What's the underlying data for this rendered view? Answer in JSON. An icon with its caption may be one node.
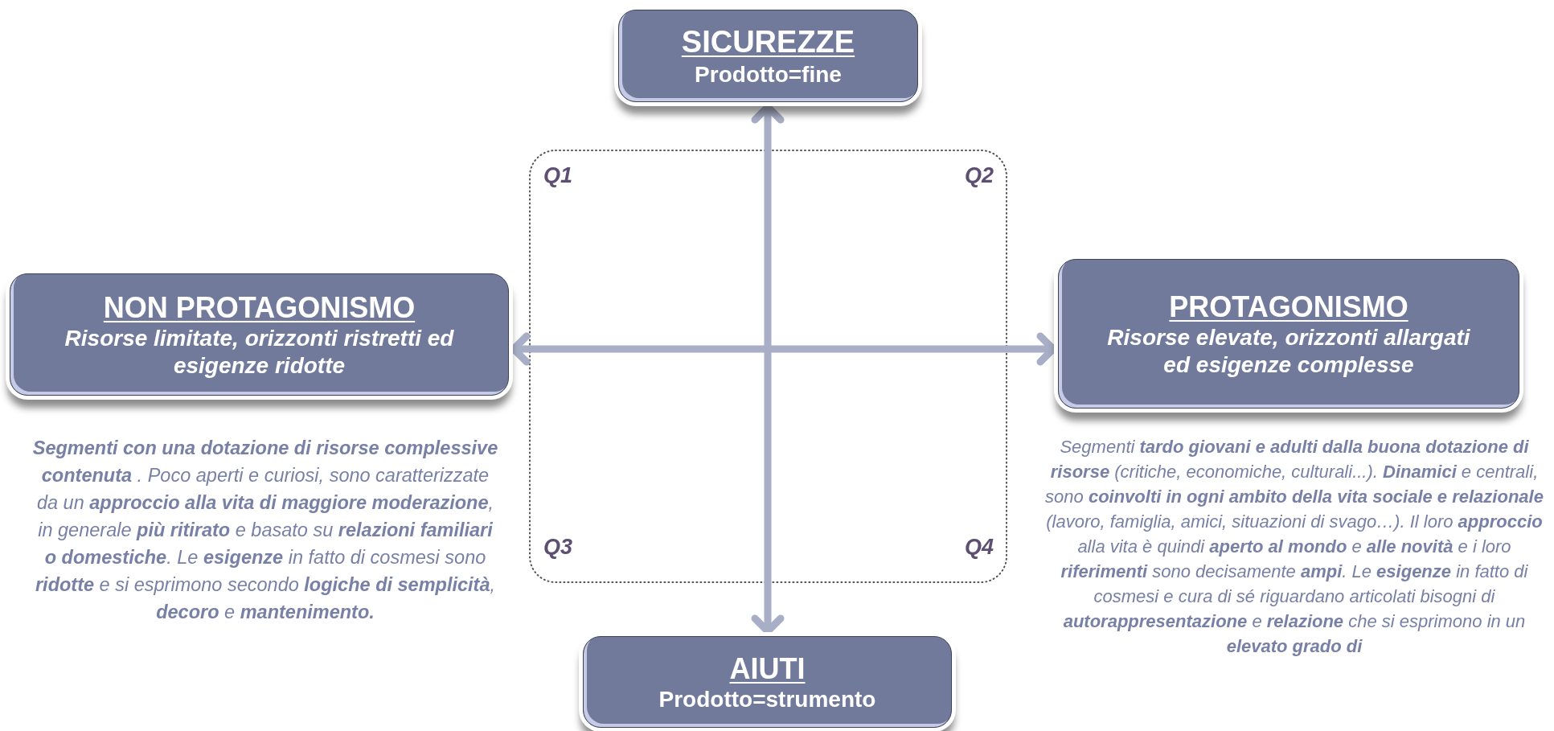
{
  "diagram": {
    "nodes": [
      {
        "text": [
          "SICUREZZE",
          "Prodotto=fine"
        ]
      },
      {
        "text": [
          "NON PROTAGONISMO",
          "Risorse limitate, orizzonti ristretti ed esigenze ridotte"
        ],
        "beside": [
          "**Segmenti con una dotazione di risorse complessive contenuta** . Poco aperti e curiosi, sono caratterizzate da un **approccio alla vita di maggiore moderazione**, in generale **più ritirato** e basato su **relazioni familiari o domestiche**. Le **esigenze** in fatto di cosmesi sono **ridotte** e si esprimono secondo **logiche di semplicità**, **decoro** e **mantenimento.**"
        ]
      },
      {
        "text": [
          "PROTAGONISMO",
          "Risorse elevate, orizzonti allargati ed esigenze complesse"
        ],
        "beside": [
          "Segmenti **tardo giovani e adulti dalla buona dotazione di risorse** (critiche, economiche, culturali...). **Dinamici** e centrali, sono **coinvolti in ogni ambito della vita sociale e relazionale** (lavoro, famiglia, amici, situazioni di svago…). Il loro **approccio** alla vita è quindi **aperto al mondo** e **alle novità** e i loro **riferimenti** sono decisamente **ampi**. Le **esigenze** in fatto di cosmesi e cura di sé riguardano articolati bisogni di **autorappresentazione** e **relazione** che si esprimono in un **elevato grado di**"
        ]
      },
      {
        "text": [
          "AIUTI",
          "Prodotto=strumento"
        ]
      }
    ],
    "edges": [
      {
        "from": 3,
        "to": 0,
        "arrow": "both"
      },
      {
        "from": 1,
        "to": 2,
        "arrow": "both"
      }
    ],
    "labels": [
      "Q1",
      "Q2",
      "Q3",
      "Q4"
    ]
  }
}
